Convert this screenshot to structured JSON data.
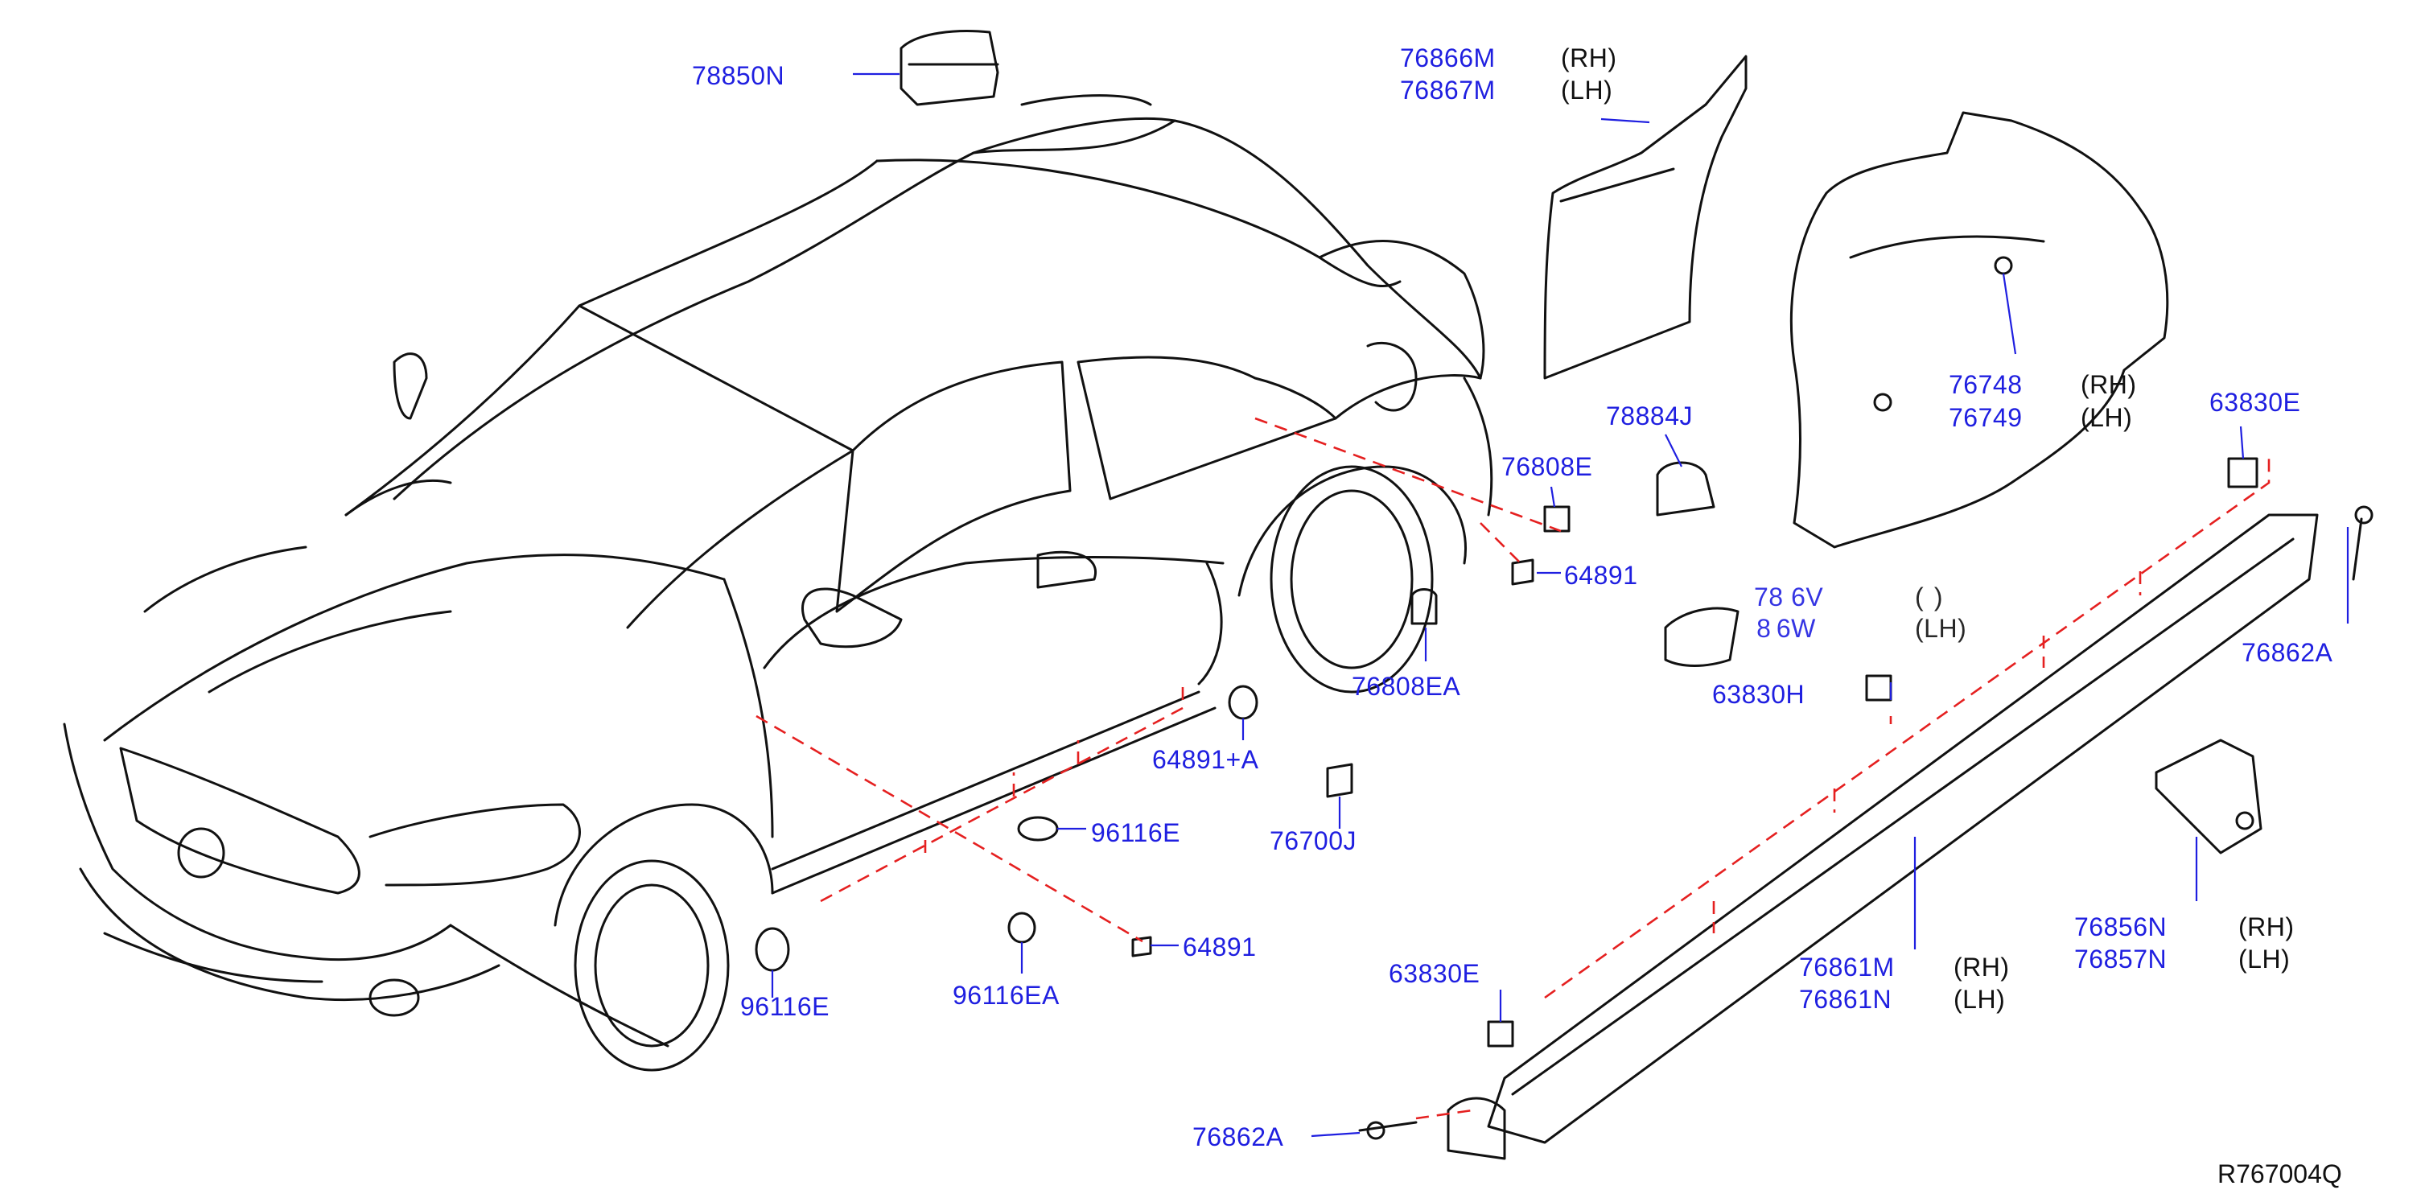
{
  "diagram": {
    "reference_code": "R767004Q",
    "colors": {
      "callout": "#1f1fe0",
      "line_art": "#111111",
      "mounting_dash": "#e52020",
      "background": "#ffffff"
    },
    "callouts": [
      {
        "id": "78850N",
        "code": "78850N"
      },
      {
        "id": "76866M",
        "code": "76866M",
        "side": "(RH)"
      },
      {
        "id": "76867M",
        "code": "76867M",
        "side": "(LH)"
      },
      {
        "id": "76748",
        "code": "76748",
        "side": "(RH)"
      },
      {
        "id": "76749",
        "code": "76749",
        "side": "(LH)"
      },
      {
        "id": "78884J",
        "code": "78884J"
      },
      {
        "id": "76808E",
        "code": "76808E"
      },
      {
        "id": "64891-upper",
        "code": "64891"
      },
      {
        "id": "63830E-upper",
        "code": "63830E"
      },
      {
        "id": "76808EA",
        "code": "76808EA"
      },
      {
        "id": "obscured-rh",
        "code": "78   6V",
        "side": "(    )"
      },
      {
        "id": "obscured-lh",
        "code": " 8  6W",
        "side": "(LH)"
      },
      {
        "id": "63830H",
        "code": "63830H"
      },
      {
        "id": "76862A-upper",
        "code": "76862A"
      },
      {
        "id": "64891+A",
        "code": "64891+A"
      },
      {
        "id": "96116E-upper",
        "code": "96116E"
      },
      {
        "id": "76700J",
        "code": "76700J"
      },
      {
        "id": "76856N",
        "code": "76856N",
        "side": "(RH)"
      },
      {
        "id": "76857N",
        "code": "76857N",
        "side": "(LH)"
      },
      {
        "id": "64891-lower",
        "code": "64891"
      },
      {
        "id": "96116EA",
        "code": "96116EA"
      },
      {
        "id": "96116E-lower",
        "code": "96116E"
      },
      {
        "id": "63830E-lower",
        "code": "63830E"
      },
      {
        "id": "76861M",
        "code": "76861M",
        "side": "(RH)"
      },
      {
        "id": "76861N",
        "code": "76861N",
        "side": "(LH)"
      },
      {
        "id": "76862A-lower",
        "code": "76862A"
      }
    ]
  }
}
